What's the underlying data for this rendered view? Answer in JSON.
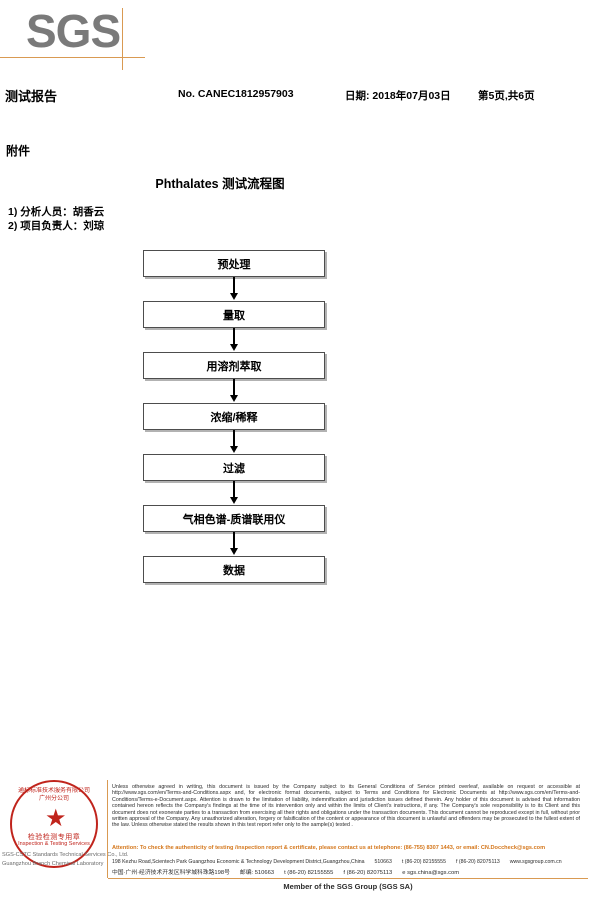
{
  "header": {
    "logo_text": "SGS",
    "report_title": "测试报告",
    "report_no": "No. CANEC1812957903",
    "date": "日期: 2018年07月03日",
    "page_info": "第5页,共6页"
  },
  "body": {
    "attachment_label": "附件",
    "flow_title": "Phthalates 测试流程图",
    "people": [
      "1)  分析人员：胡香云",
      "2)  项目负责人：刘琼"
    ]
  },
  "flowchart": {
    "steps": [
      {
        "label": "预处理"
      },
      {
        "label": "量取"
      },
      {
        "label": "用溶剂萃取"
      },
      {
        "label": "浓缩/稀释"
      },
      {
        "label": "过滤"
      },
      {
        "label": "气相色谱-质谱联用仪"
      },
      {
        "label": "数据"
      }
    ]
  },
  "stamp": {
    "arc_text": "通标标准技术服务有限公司广州分公司",
    "cn_label": "检验检测专用章",
    "en_label": "Inspection & Testing Services",
    "star": "★",
    "color": "#c0241c"
  },
  "footer": {
    "company_line1": "SGS-CSTC Standards Technical Services Co., Ltd.",
    "company_line2": "Guangzhou Branch Chemical Laboratory",
    "legal_text": "Unless otherwise agreed in writing, this document is issued by the Company subject to its General Conditions of Service printed overleaf, available on request or accessible at http://www.sgs.com/en/Terms-and-Conditions.aspx and, for electronic format documents, subject to Terms and Conditions for Electronic Documents at http://www.sgs.com/en/Terms-and-Conditions/Terms-e-Document.aspx. Attention is drawn to the limitation of liability, indemnification and jurisdiction issues defined therein. Any holder of this document is advised that information contained hereon reflects the Company's findings at the time of its intervention only and within the limits of Client's instructions, if any. The Company's sole responsibility is to its Client and this document does not exonerate parties to a transaction from exercising all their rights and obligations under the transaction documents. This document cannot be reproduced except in full, without prior written approval of the Company. Any unauthorized alteration, forgery or falsification of the content or appearance of this document is unlawful and offenders may be prosecuted to the fullest extent of the law. Unless otherwise stated the results shown in this test report refer only to the sample(s) tested .",
    "attention_text": "Attention: To check the authenticity of testing /inspection report & certificate, please contact us at telephone: (86-755) 8307 1443, or email: CN.Doccheck@sgs.com",
    "address_en": "198 Kezhu Road,Scientech Park Guangzhou Economic & Technology Development District,Guangzhou,China",
    "postcode_en": "510663",
    "tel_en": "t (86-20) 82155555",
    "fax_en": "f (86-20) 82075113",
    "web_en": "www.sgsgroup.com.cn",
    "address_cn": "中国·广州·经济技术开发区科学城科珠路198号",
    "postcode_cn": "邮编: 510663",
    "tel_cn": "t (86-20) 82155555",
    "fax_cn": "f (86-20) 82075113",
    "email_cn": "e sgs.china@sgs.com",
    "member_line": "Member of the SGS Group (SGS SA)",
    "accent_color": "#d99a52"
  }
}
